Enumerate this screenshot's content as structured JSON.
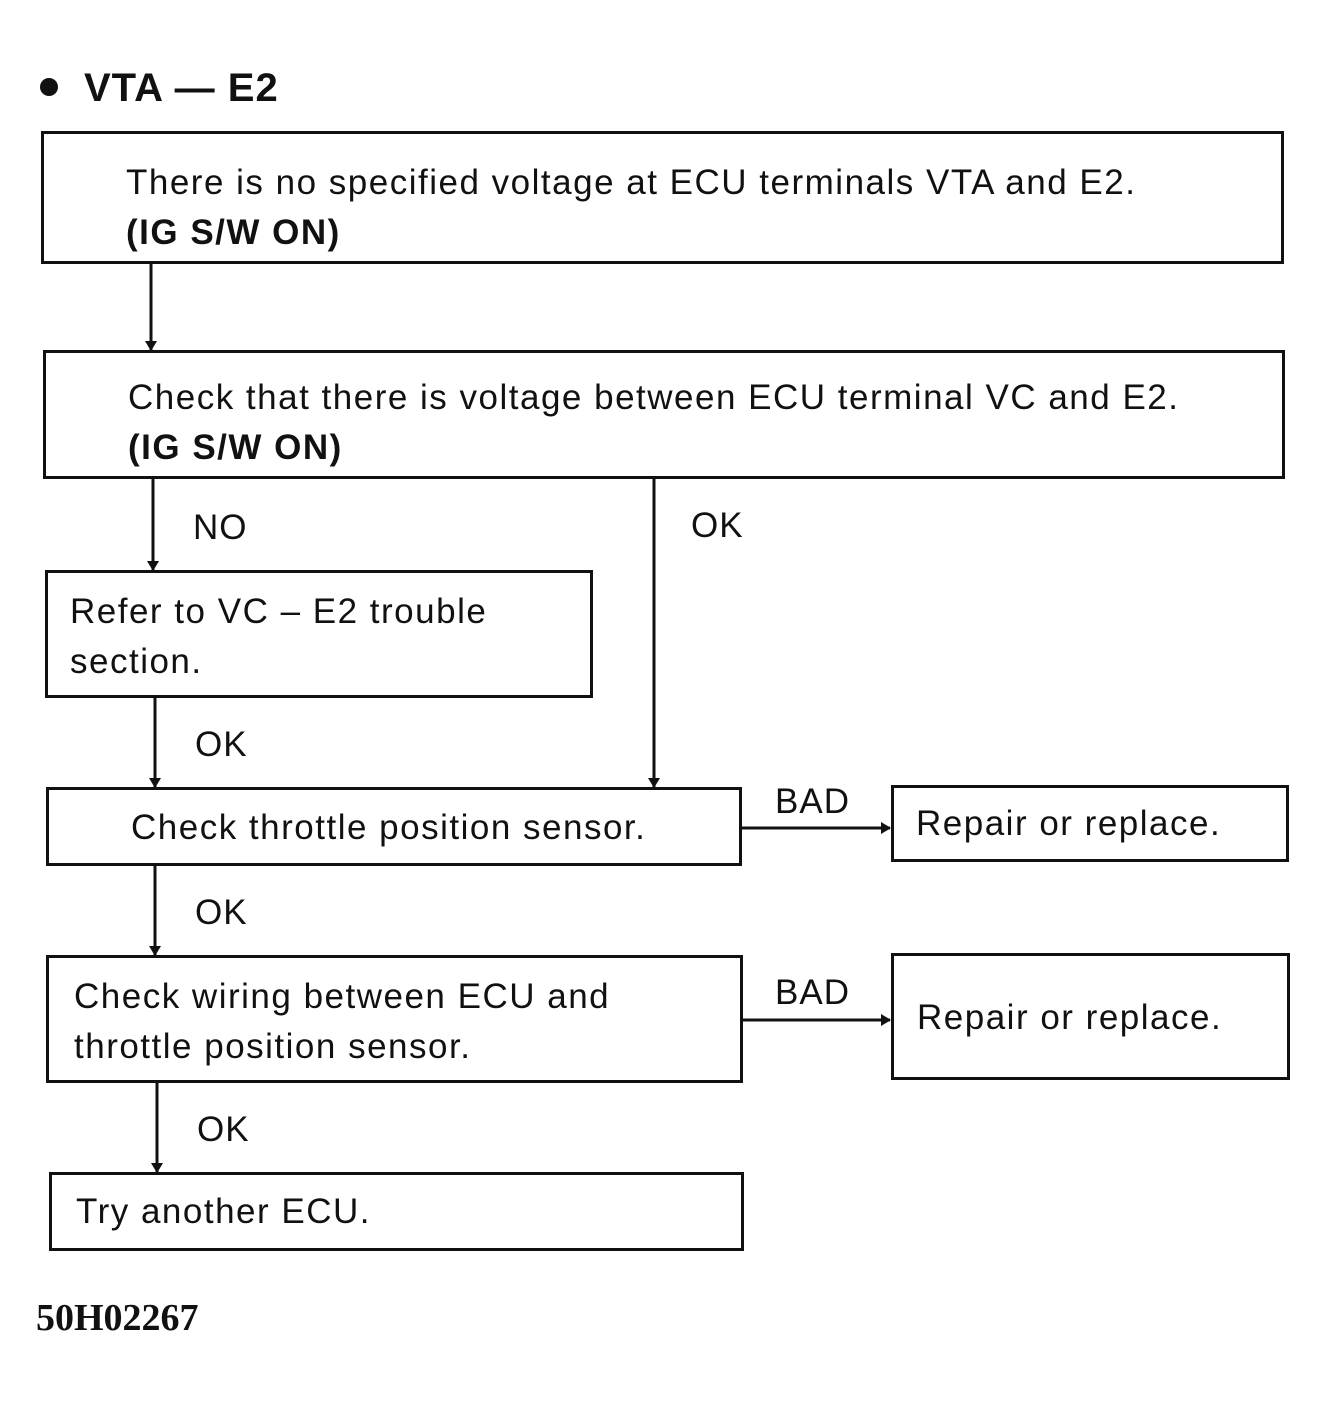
{
  "heading": "VTA — E2",
  "steps": {
    "symptom": {
      "text": "There is no specified voltage at ECU terminals VTA and E2.",
      "condition": "(IG S/W ON)"
    },
    "check_vc": {
      "text": "Check that there is voltage between ECU terminal VC and E2.",
      "condition": "(IG S/W ON)"
    },
    "refer_vc": {
      "lines": [
        "Refer to VC – E2 trouble",
        "section."
      ]
    },
    "check_sensor": {
      "text": "Check throttle position sensor."
    },
    "repair_1": {
      "text": "Repair or replace."
    },
    "check_wiring": {
      "lines": [
        "Check wiring between ECU and",
        "throttle position sensor."
      ]
    },
    "repair_2": {
      "text": "Repair or replace."
    },
    "try_ecu": {
      "text": "Try another ECU."
    }
  },
  "edge_labels": {
    "check_vc_no": "NO",
    "check_vc_ok": "OK",
    "refer_vc_ok": "OK",
    "check_sensor_bad": "BAD",
    "check_sensor_ok": "OK",
    "check_wiring_bad": "BAD",
    "check_wiring_ok": "OK"
  },
  "figure_code": "50H02267"
}
